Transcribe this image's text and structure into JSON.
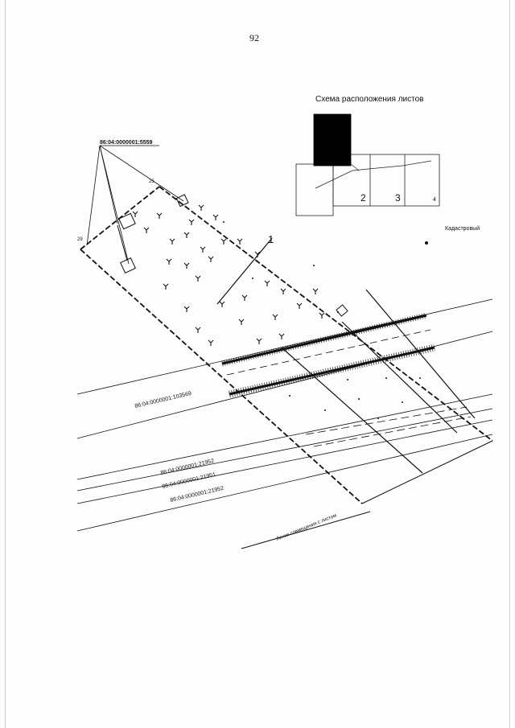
{
  "page_number": "92",
  "index_scheme": {
    "title": "Схема расположения листов",
    "sheet_numbers": [
      "2",
      "3",
      "4"
    ],
    "faint_label": "Кадастровый"
  },
  "plan": {
    "marker_number": "1",
    "point_labels": [
      "25",
      "29"
    ],
    "parcel_labels": {
      "top_parcel": "86:04:0000001:5559",
      "road_parcel": "86:04:0000001:103569",
      "strip_1": "86:04:0000001:21952",
      "strip_2": "86:04:0000001:21951",
      "strip_3": "86:04:0000001:21952"
    },
    "bottom_note": "Линия совмещения с листом"
  },
  "colors": {
    "ink": "#111111",
    "sheet_fill": "#000000"
  }
}
